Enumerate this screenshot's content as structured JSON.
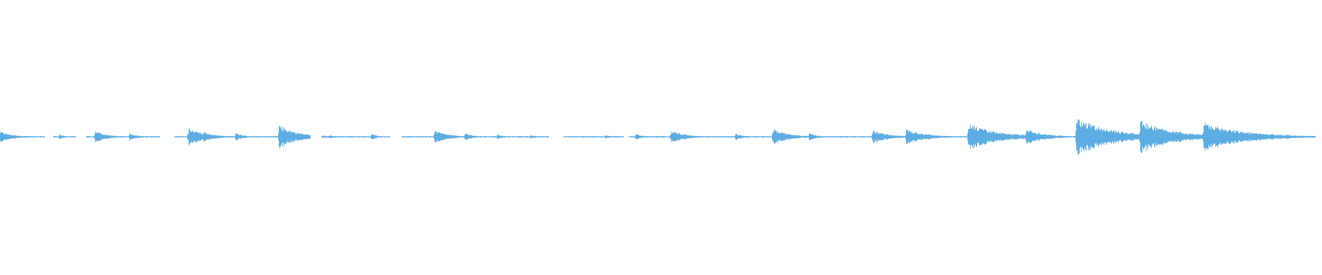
{
  "waveform": {
    "color": "#5dade2",
    "background": "#ffffff",
    "duration_fraction_transients": [
      {
        "t": 0.0,
        "amp": 0.04,
        "decay": 0.01
      },
      {
        "t": 0.045,
        "amp": 0.02,
        "decay": 0.004
      },
      {
        "t": 0.072,
        "amp": 0.05,
        "decay": 0.008
      },
      {
        "t": 0.098,
        "amp": 0.03,
        "decay": 0.006
      },
      {
        "t": 0.143,
        "amp": 0.07,
        "decay": 0.012
      },
      {
        "t": 0.154,
        "amp": 0.04,
        "decay": 0.008
      },
      {
        "t": 0.179,
        "amp": 0.03,
        "decay": 0.006
      },
      {
        "t": 0.212,
        "amp": 0.09,
        "decay": 0.014
      },
      {
        "t": 0.25,
        "amp": 0.015,
        "decay": 0.004
      },
      {
        "t": 0.282,
        "amp": 0.025,
        "decay": 0.005
      },
      {
        "t": 0.33,
        "amp": 0.05,
        "decay": 0.01
      },
      {
        "t": 0.353,
        "amp": 0.03,
        "decay": 0.006
      },
      {
        "t": 0.378,
        "amp": 0.02,
        "decay": 0.004
      },
      {
        "t": 0.403,
        "amp": 0.015,
        "decay": 0.004
      },
      {
        "t": 0.46,
        "amp": 0.015,
        "decay": 0.004
      },
      {
        "t": 0.483,
        "amp": 0.025,
        "decay": 0.005
      },
      {
        "t": 0.51,
        "amp": 0.05,
        "decay": 0.01
      },
      {
        "t": 0.559,
        "amp": 0.025,
        "decay": 0.006
      },
      {
        "t": 0.587,
        "amp": 0.06,
        "decay": 0.012
      },
      {
        "t": 0.615,
        "amp": 0.03,
        "decay": 0.006
      },
      {
        "t": 0.663,
        "amp": 0.05,
        "decay": 0.012
      },
      {
        "t": 0.689,
        "amp": 0.06,
        "decay": 0.014
      },
      {
        "t": 0.736,
        "amp": 0.1,
        "decay": 0.022
      },
      {
        "t": 0.78,
        "amp": 0.06,
        "decay": 0.014
      },
      {
        "t": 0.818,
        "amp": 0.14,
        "decay": 0.028
      },
      {
        "t": 0.867,
        "amp": 0.12,
        "decay": 0.026
      },
      {
        "t": 0.915,
        "amp": 0.11,
        "decay": 0.03
      },
      {
        "t": 0.978,
        "amp": 0.02,
        "decay": 0.005
      }
    ],
    "gaps": [
      [
        0.034,
        0.04
      ],
      [
        0.058,
        0.065
      ],
      [
        0.121,
        0.132
      ],
      [
        0.236,
        0.244
      ],
      [
        0.296,
        0.305
      ],
      [
        0.417,
        0.428
      ],
      [
        0.474,
        0.478
      ]
    ]
  }
}
